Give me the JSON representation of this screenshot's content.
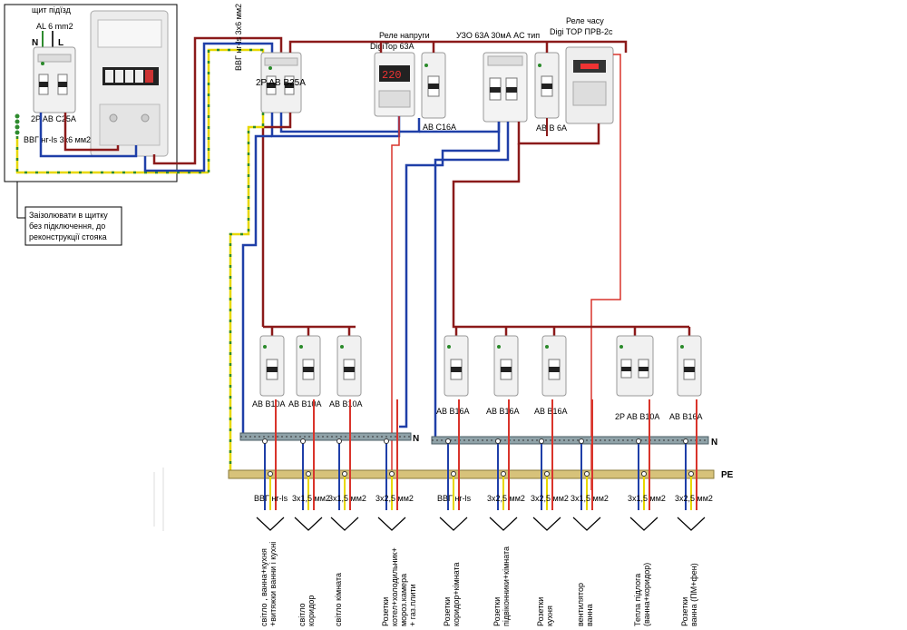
{
  "panel": {
    "title": "щит підїзд",
    "al_label": "AL 6 mm2",
    "n_letter": "N",
    "l_letter": "L",
    "breaker_label": "2P AB C25A",
    "cable_label": "ВВГ нг-ls 3х6 мм2",
    "note_lines": [
      "Заізолювати в щитку",
      "без підключення,  до",
      "реконструкції стояка"
    ]
  },
  "feeder": {
    "cable_vertical": "ВВГ нг-ls 3х6 мм2",
    "main_breaker": "2P AB B25A"
  },
  "top_devices": {
    "relay_voltage_1": "Реле напруги",
    "relay_voltage_2": "DigiTop  63A",
    "rcd": "УЗО 63A 30мА AC тип",
    "time_relay_1": "Реле часу",
    "time_relay_2": "Digi TOP ПРВ-2с",
    "ab_c16": "AB C16A",
    "ab_b6": "AB B 6A"
  },
  "breakers": [
    "AB B10A",
    "AB B10A",
    "AB B10A",
    "AB B16A",
    "AB B16A",
    "AB B16A",
    "2P AB B10A",
    "AB B16A"
  ],
  "bus": {
    "n": "N",
    "n2": "N",
    "pe": "PE"
  },
  "cables": [
    "ВВГ нг-ls",
    "3х1,5 мм2",
    "3х1,5 мм2",
    "3х2,5 мм2",
    "ВВГ нг-ls",
    "3х2,5 мм2",
    "3х2,5 мм2",
    "3х1,5 мм2",
    "3х1,5 мм2",
    "3х2,5 мм2"
  ],
  "loads": [
    [
      "світло  , ванна+кухня",
      "+витяжки ванни і кухні"
    ],
    [
      "світло",
      "коридор"
    ],
    [
      "світло   кімната"
    ],
    [
      "Розетки",
      "котел+холодильник+",
      "мороз.камера",
      "+ газ.плити"
    ],
    [
      "Розетки",
      "коридор+кімната"
    ],
    [
      "Розетки",
      "підвіконники+кімната"
    ],
    [
      "Розетки",
      "кухня"
    ],
    [
      "вентилятор",
      "ванна"
    ],
    [
      "Тепла підлога",
      "(ванна+коридор)"
    ],
    [
      "Розетки",
      "ванна (ПМ+фен)"
    ]
  ],
  "colors": {
    "phase": "#8b1a1a",
    "neutral": "#1f3fa8",
    "pe_yellow": "#e8d800",
    "pe_green": "#2e8b2e",
    "relay_wire": "#d9342b",
    "bus": "#d7c27a"
  }
}
